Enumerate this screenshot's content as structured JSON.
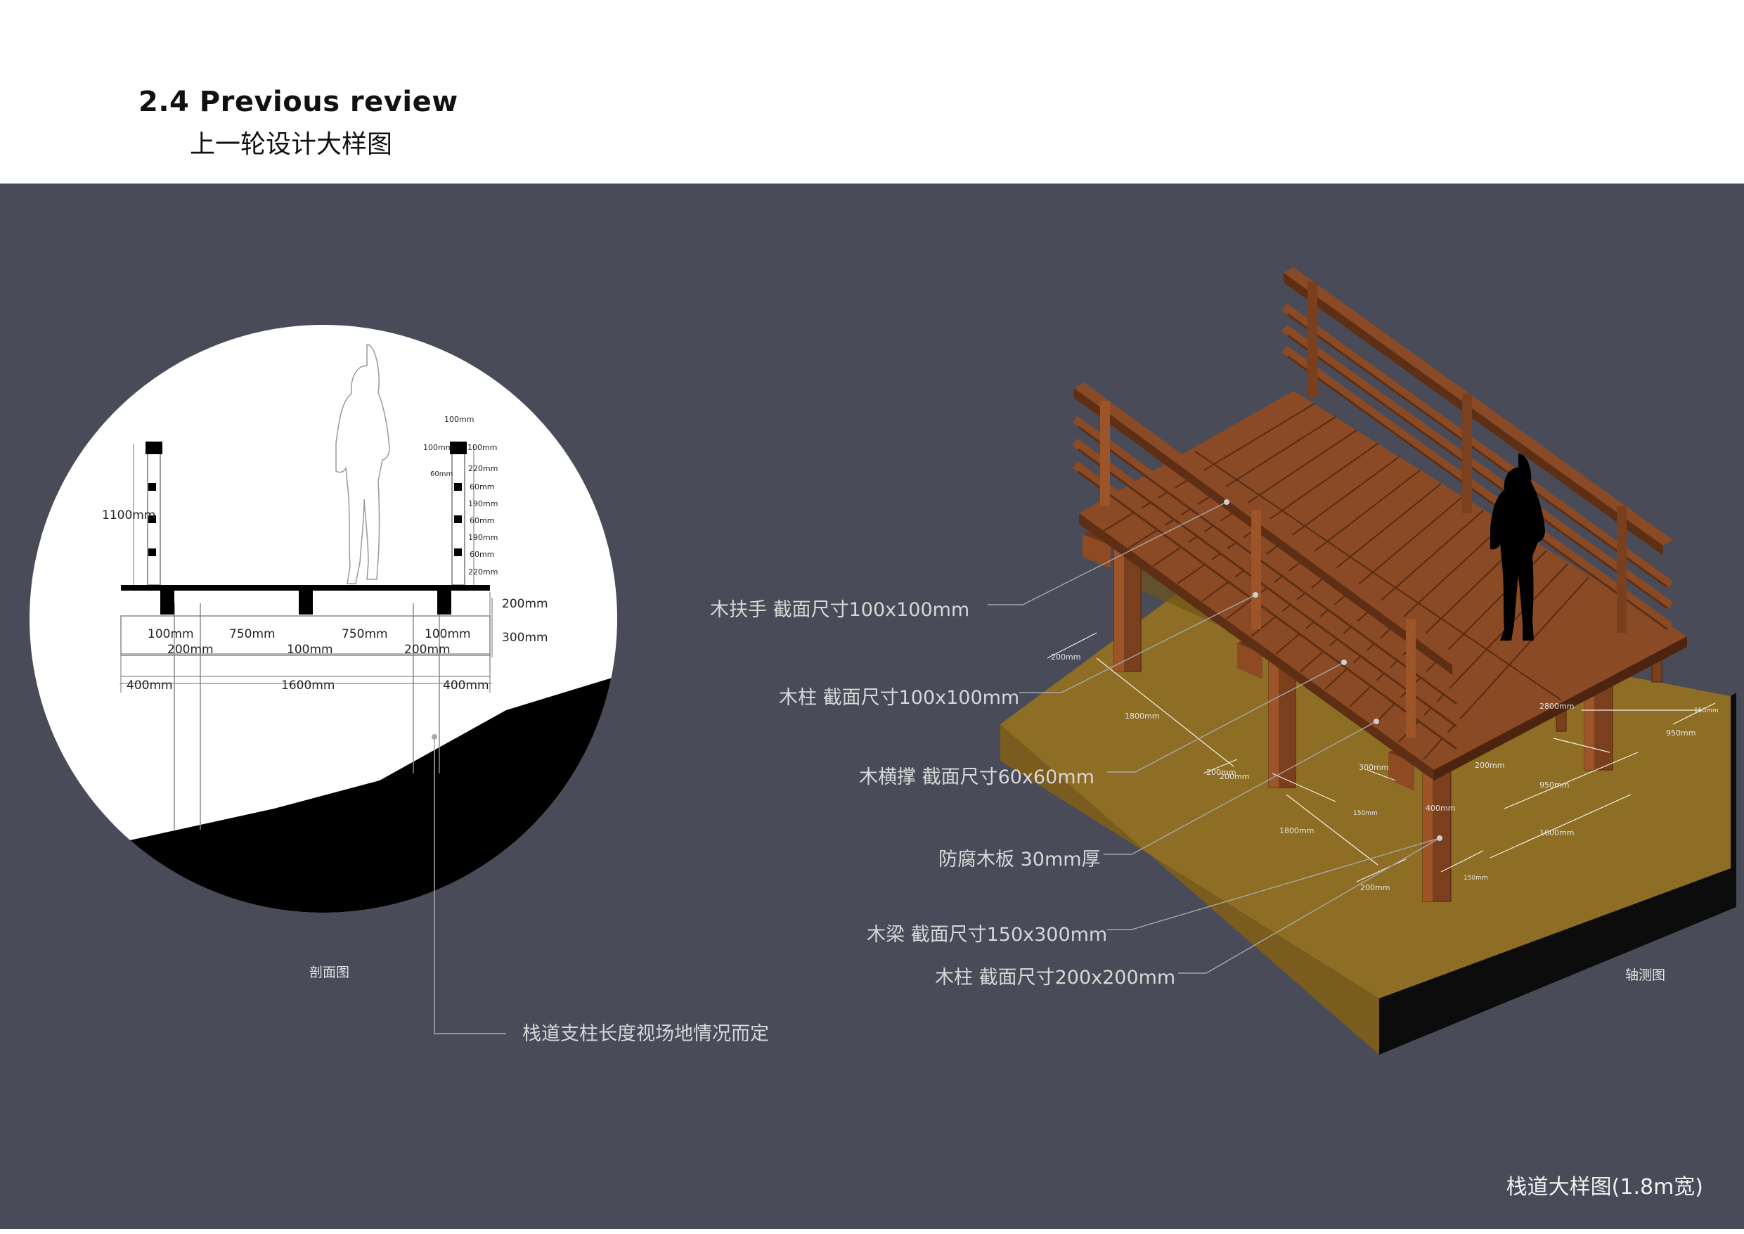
{
  "header": {
    "title_en": "2.4 Previous review",
    "title_cn": "上一轮设计大样图"
  },
  "section_view": {
    "caption": "剖面图",
    "dims": {
      "height": "1100mm",
      "top_100": "100mm",
      "side_100": "100mm",
      "side_60": "60mm",
      "d220a": "220mm",
      "d60a": "60mm",
      "d190a": "190mm",
      "d60b": "60mm",
      "d190b": "190mm",
      "d60c": "60mm",
      "d220b": "220mm",
      "d200": "200mm",
      "d300": "300mm",
      "b100a": "100mm",
      "b750a": "750mm",
      "b100b": "100mm",
      "b750b": "750mm",
      "b100c": "100mm",
      "b200a": "200mm",
      "b200b": "200mm",
      "w400a": "400mm",
      "w1600": "1600mm",
      "w400b": "400mm"
    },
    "post_note": "栈道支柱长度视场地情况而定"
  },
  "axo_view": {
    "caption": "轴测图",
    "callouts": [
      "木扶手  截面尺寸100x100mm",
      "木柱  截面尺寸100x100mm",
      "木横撑  截面尺寸60x60mm",
      "防腐木板  30mm厚",
      "木梁  截面尺寸150x300mm",
      "木柱  截面尺寸200x200mm"
    ],
    "dims": [
      "200mm",
      "1800mm",
      "200mm",
      "1800mm",
      "200mm",
      "2800mm",
      "950mm",
      "950mm",
      "1600mm",
      "300mm",
      "400mm",
      "200mm",
      "200mm",
      "150mm",
      "150mm",
      "150mm"
    ]
  },
  "footer": "栈道大样图(1.8m宽)",
  "colors": {
    "panel_bg": "#494c58",
    "wood": "#8a4a25",
    "ground": "#8e6e24",
    "soil": "#0c0c0c"
  }
}
